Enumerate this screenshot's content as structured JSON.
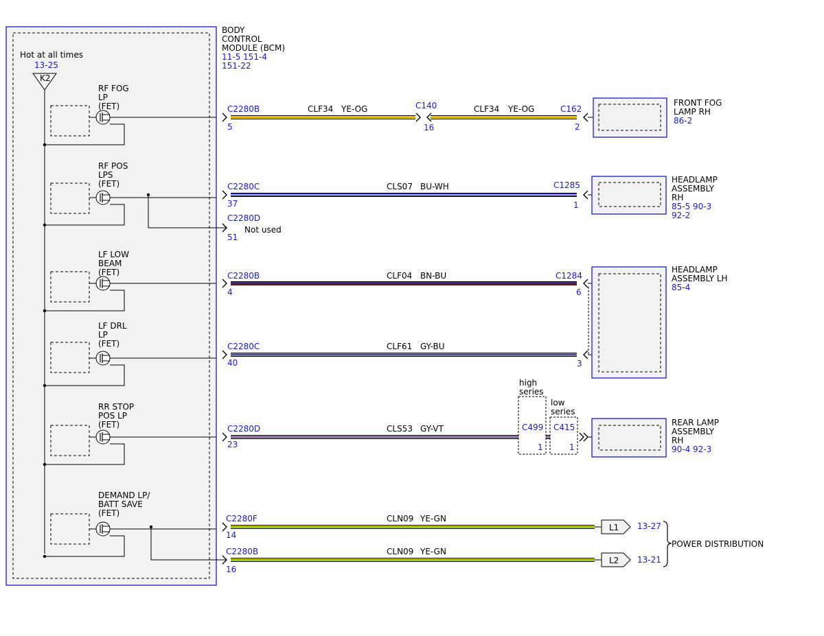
{
  "bcm": {
    "title_lines": [
      "BODY",
      "CONTROL",
      "MODULE (BCM)"
    ],
    "ref_lines": [
      "11-5  151-4",
      "151-22"
    ],
    "hot_label": "Hot at all times",
    "hot_ref": "13-25",
    "fuse": "K2"
  },
  "circuits": [
    {
      "fet_lines": [
        "RF FOG",
        "LP",
        "(FET)"
      ],
      "connector": "C2280B",
      "pin": "5",
      "circuit": "CLF34",
      "color": "YE-OG"
    },
    {
      "fet_lines": [
        "RF POS",
        "LPS",
        "(FET)"
      ],
      "connector": "C2280C",
      "pin": "37",
      "circuit": "CLS07",
      "color": "BU-WH",
      "branch_connector": "C2280D",
      "branch_pin": "51",
      "branch_note": "Not used"
    },
    {
      "fet_lines": [
        "LF LOW",
        "BEAM",
        "(FET)"
      ],
      "connector": "C2280B",
      "pin": "4",
      "circuit": "CLF04",
      "color": "BN-BU"
    },
    {
      "fet_lines": [
        "LF DRL",
        "LP",
        "(FET)"
      ],
      "connector": "C2280C",
      "pin": "40",
      "circuit": "CLF61",
      "color": "GY-BU"
    },
    {
      "fet_lines": [
        "RR STOP",
        "POS LP",
        "(FET)"
      ],
      "connector": "C2280D",
      "pin": "23",
      "circuit": "CLS53",
      "color": "GY-VT"
    },
    {
      "fet_lines": [
        "DEMAND LP/",
        "BATT SAVE",
        "(FET)"
      ],
      "connector": "C2280F",
      "pin": "14",
      "circuit": "CLN09",
      "color": "YE-GN",
      "branch_connector": "C2280B",
      "branch_pin": "16",
      "branch_circuit": "CLN09",
      "branch_color": "YE-GN"
    }
  ],
  "inline_connectors": {
    "c140": {
      "name": "C140",
      "pin": "16",
      "circuit": "CLF34",
      "color": "YE-OG"
    },
    "c162": {
      "name": "C162",
      "pin": "2"
    },
    "c1285": {
      "name": "C1285",
      "pin": "1"
    },
    "c1284": {
      "name": "C1284",
      "pin_a": "6",
      "pin_b": "3"
    },
    "c499": {
      "name": "C499",
      "pin": "1",
      "note_lines": [
        "high",
        "series"
      ]
    },
    "c415": {
      "name": "C415",
      "pin": "1",
      "note_lines": [
        "low",
        "series"
      ]
    }
  },
  "components": [
    {
      "id": "fog-rh",
      "lines": [
        "FRONT FOG",
        "LAMP RH"
      ],
      "refs": [
        "86-2"
      ]
    },
    {
      "id": "headlamp-rh",
      "lines": [
        "HEADLAMP",
        "ASSEMBLY",
        "RH"
      ],
      "refs": [
        "85-5  90-3",
        "92-2"
      ]
    },
    {
      "id": "headlamp-lh",
      "lines": [
        "HEADLAMP",
        "ASSEMBLY LH"
      ],
      "refs": [
        "85-4"
      ]
    },
    {
      "id": "rear-rh",
      "lines": [
        "REAR LAMP",
        "ASSEMBLY",
        "RH"
      ],
      "refs": [
        "90-4  92-3"
      ]
    }
  ],
  "power_distribution": {
    "label": "POWER DISTRIBUTION",
    "links": [
      {
        "tag": "L1",
        "ref": "13-27"
      },
      {
        "tag": "L2",
        "ref": "13-21"
      }
    ]
  },
  "colors": {
    "outline_blue": "#1a1acc",
    "ref_blue": "#1a1acc",
    "panel_fill": "#f2f2f2",
    "yellow": "#f0e000",
    "orange": "#e08a00",
    "blue": "#1f1fc8",
    "white": "#ffffff",
    "brown": "#7a2a10",
    "gray": "#9a9a9a",
    "violet": "#8a3fb0",
    "green": "#2a9a20",
    "black": "#000000"
  }
}
